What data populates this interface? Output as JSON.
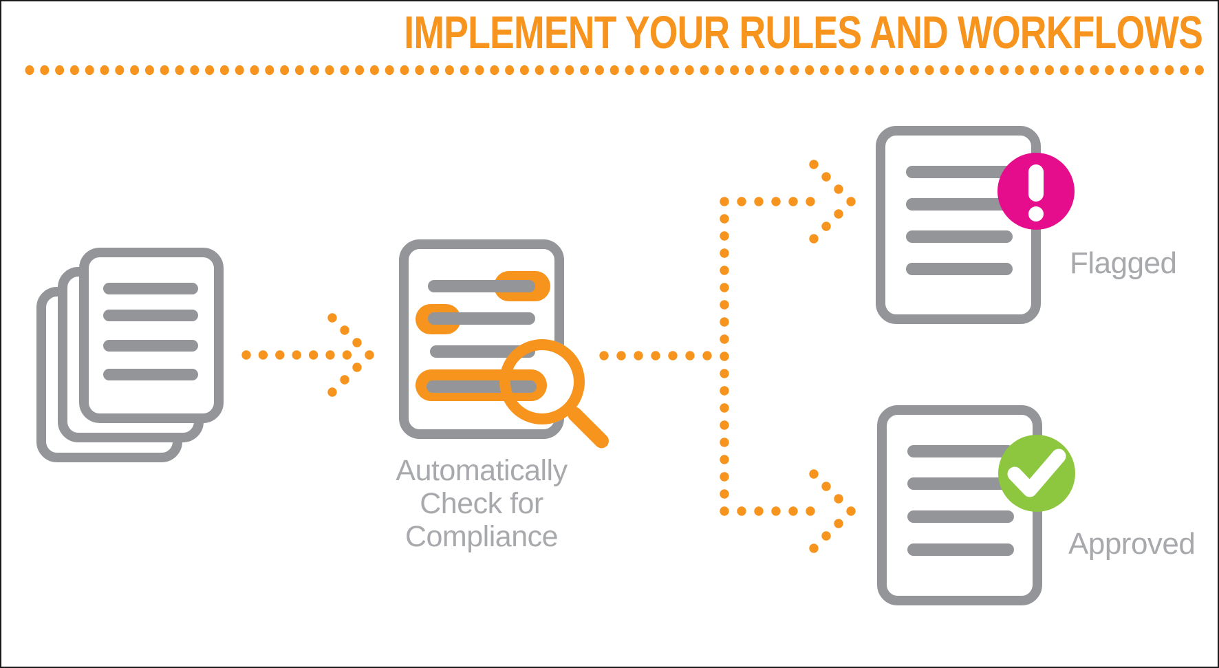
{
  "header": {
    "title": "IMPLEMENT YOUR RULES AND WORKFLOWS"
  },
  "colors": {
    "orange": "#f7941e",
    "doc_gray": "#939598",
    "label_gray": "#a7a9ac",
    "magenta": "#e60d8c",
    "green": "#8dc63f",
    "frame": "#1b1b1b"
  },
  "flow": {
    "input": {
      "icon": "document-stack-icon"
    },
    "check": {
      "icon": "document-magnifier-icon",
      "caption": "Automatically\nCheck for\nCompliance"
    },
    "flagged": {
      "icon": "flagged-document-icon",
      "badge": "exclamation-icon",
      "label": "Flagged"
    },
    "approved": {
      "icon": "approved-document-icon",
      "badge": "checkmark-icon",
      "label": "Approved"
    }
  },
  "graphics": {
    "divider": "dotted-divider",
    "arrows": [
      "input-to-check-arrow",
      "check-to-branch-line",
      "branch-vertical-line",
      "branch-to-flagged-arrow",
      "branch-to-approved-arrow"
    ]
  }
}
